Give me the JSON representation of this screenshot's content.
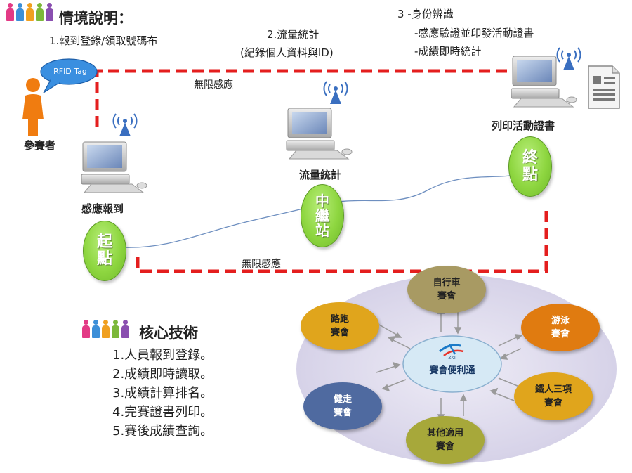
{
  "scenario": {
    "heading": "情境說明：",
    "step1": "1.報到登錄/領取號碼布",
    "step2_line1": "2.流量統計",
    "step2_line2": "(紀錄個人資料與ID)",
    "step3_line1": "3  -身份辨識",
    "step3_line2": "-感應驗證並印發活動證書",
    "step3_line3": "-成績即時統計"
  },
  "participant": {
    "bubble": "RFID Tag",
    "label": "參賽者"
  },
  "route": {
    "wireless_top": "無限感應",
    "wireless_bottom": "無限感應"
  },
  "stations": {
    "start_caption": "感應報到",
    "start_char1": "起",
    "start_char2": "點",
    "mid_caption": "流量統計",
    "mid_char1": "中",
    "mid_char2": "繼",
    "mid_char3": "站",
    "end_caption": "列印活動證書",
    "end_char1": "終",
    "end_char2": "點"
  },
  "core": {
    "heading": "核心技術",
    "items": [
      "1.人員報到登錄。",
      "2.成績即時讀取。",
      "3.成績計算排名。",
      "4.完賽證書列印。",
      "5.賽後成績查詢。"
    ]
  },
  "hub": {
    "center": "賽會便利通",
    "logo_text": "ZKT",
    "events": [
      {
        "line1": "自行車",
        "line2": "賽會",
        "color": "#a89a63"
      },
      {
        "line1": "游泳",
        "line2": "賽會",
        "color": "#e07b10"
      },
      {
        "line1": "鐵人三項",
        "line2": "賽會",
        "color": "#e0a51c"
      },
      {
        "line1": "其他適用",
        "line2": "賽會",
        "color": "#a7a83a"
      },
      {
        "line1": "健走",
        "line2": "賽會",
        "color": "#4f6aa0"
      },
      {
        "line1": "路跑",
        "line2": "賽會",
        "color": "#e0a51c"
      }
    ]
  },
  "colors": {
    "route_dash": "#e41e1e",
    "station_green": "#8ed640",
    "path_curve": "#6e8fc0",
    "hub_ring": "#d8d4ea",
    "center_fill": "#d6e9f5"
  }
}
